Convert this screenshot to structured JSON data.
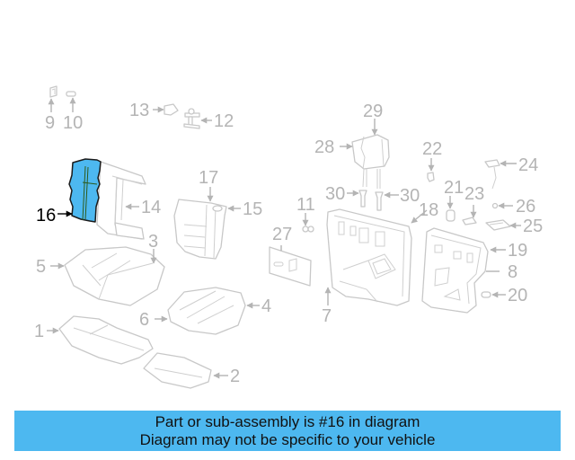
{
  "diagram": {
    "highlight_color": "#4db8f0",
    "label_color": "#b4b4b4",
    "highlighted_part": "16",
    "callouts": [
      {
        "id": "1",
        "label": "1"
      },
      {
        "id": "2",
        "label": "2"
      },
      {
        "id": "3",
        "label": "3"
      },
      {
        "id": "4",
        "label": "4"
      },
      {
        "id": "5",
        "label": "5"
      },
      {
        "id": "6",
        "label": "6"
      },
      {
        "id": "7",
        "label": "7"
      },
      {
        "id": "8",
        "label": "8"
      },
      {
        "id": "9",
        "label": "9"
      },
      {
        "id": "10",
        "label": "10"
      },
      {
        "id": "11",
        "label": "11"
      },
      {
        "id": "12",
        "label": "12"
      },
      {
        "id": "13",
        "label": "13"
      },
      {
        "id": "14",
        "label": "14"
      },
      {
        "id": "15",
        "label": "15"
      },
      {
        "id": "16",
        "label": "16"
      },
      {
        "id": "17",
        "label": "17"
      },
      {
        "id": "18",
        "label": "18"
      },
      {
        "id": "19",
        "label": "19"
      },
      {
        "id": "20",
        "label": "20"
      },
      {
        "id": "21",
        "label": "21"
      },
      {
        "id": "22",
        "label": "22"
      },
      {
        "id": "23",
        "label": "23"
      },
      {
        "id": "24",
        "label": "24"
      },
      {
        "id": "25",
        "label": "25"
      },
      {
        "id": "26",
        "label": "26"
      },
      {
        "id": "27",
        "label": "27"
      },
      {
        "id": "28",
        "label": "28"
      },
      {
        "id": "29",
        "label": "29"
      },
      {
        "id": "30a",
        "label": "30"
      },
      {
        "id": "30b",
        "label": "30"
      }
    ]
  },
  "banner": {
    "line1": "Part or sub-assembly is #16 in diagram",
    "line2": "Diagram may not be specific to your vehicle",
    "background": "#4db8f0"
  }
}
